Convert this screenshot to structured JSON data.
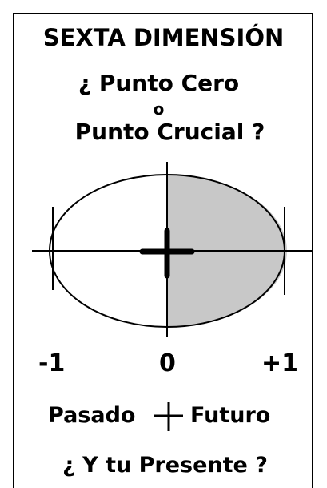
{
  "heading": {
    "title": "SEXTA DIMENSIÓN",
    "question_line1": "¿ Punto Cero",
    "question_conj": "o",
    "question_line2": "Punto Crucial ?"
  },
  "scale": {
    "left": "-1",
    "center": "0",
    "right": "+1"
  },
  "timeline": {
    "past": "Pasado",
    "future": "Futuro"
  },
  "footer": {
    "question": "¿ Y tu Presente ?"
  },
  "colors": {
    "shaded_half": "#c8c8c8",
    "ink": "#000000",
    "background": "#ffffff"
  }
}
